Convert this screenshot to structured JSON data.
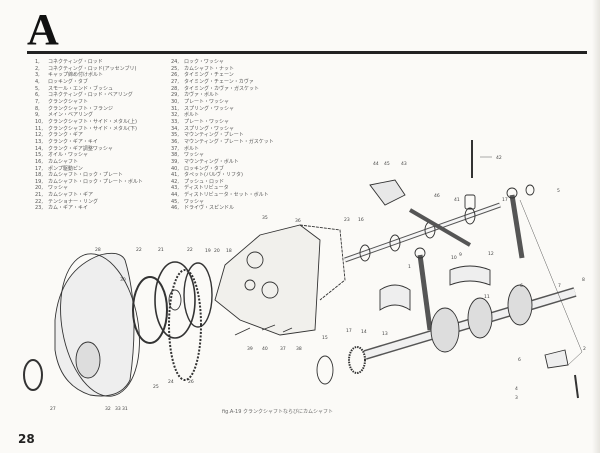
{
  "section_letter": "A",
  "parts_list": [
    {
      "no": "1,",
      "name": "コネクティング・ロッド"
    },
    {
      "no": "2,",
      "name": "コネクティング・ロッド(アッセンブリ)"
    },
    {
      "no": "3,",
      "name": "キャップ締め付けボルト"
    },
    {
      "no": "4,",
      "name": "ロッキング・タブ"
    },
    {
      "no": "5,",
      "name": "スモール・エンド・ブッシュ"
    },
    {
      "no": "6,",
      "name": "コネクティング・ロッド・ベアリング"
    },
    {
      "no": "7,",
      "name": "クランクシャフト"
    },
    {
      "no": "8,",
      "name": "クランクシャフト・フランジ"
    },
    {
      "no": "9,",
      "name": "メイン・ベアリング"
    },
    {
      "no": "10,",
      "name": "クランクシャフト・サイド・メタル(上)"
    },
    {
      "no": "11,",
      "name": "クランクシャフト・サイド・メタル(下)"
    },
    {
      "no": "12,",
      "name": "クランク・ギア"
    },
    {
      "no": "13,",
      "name": "クランク・ギア・キイ"
    },
    {
      "no": "14,",
      "name": "クランク・ギア調整ワッシャ"
    },
    {
      "no": "15,",
      "name": "オイル・ワッシャ"
    },
    {
      "no": "16,",
      "name": "カムシャフト"
    },
    {
      "no": "17,",
      "name": "ポンプ駆動ピン"
    },
    {
      "no": "18,",
      "name": "カムシャフト・ロック・プレート"
    },
    {
      "no": "19,",
      "name": "カムシャフト・ロック・プレート・ボルト"
    },
    {
      "no": "20,",
      "name": "ワッシャ"
    },
    {
      "no": "21,",
      "name": "カムシャフト・ギア"
    },
    {
      "no": "22,",
      "name": "テンショナー・リング"
    },
    {
      "no": "23,",
      "name": "カム・ギア・キイ"
    },
    {
      "no": "24,",
      "name": "ロック・ワッシャ"
    },
    {
      "no": "25,",
      "name": "カムシャフト・ナット"
    },
    {
      "no": "26,",
      "name": "タイミング・チェーン"
    },
    {
      "no": "27,",
      "name": "タイミング・チェーン・カヴァ"
    },
    {
      "no": "28,",
      "name": "タイミング・カヴァ・ガスケット"
    },
    {
      "no": "29,",
      "name": "カヴァ・ボルト"
    },
    {
      "no": "30,",
      "name": "プレート・ワッシャ"
    },
    {
      "no": "31,",
      "name": "スプリング・ワッシャ"
    },
    {
      "no": "32,",
      "name": "ボルト"
    },
    {
      "no": "33,",
      "name": "プレート・ワッシャ"
    },
    {
      "no": "34,",
      "name": "スプリング・ワッシャ"
    },
    {
      "no": "35,",
      "name": "マウンティング・プレート"
    },
    {
      "no": "36,",
      "name": "マウンティング・プレート・ガスケット"
    },
    {
      "no": "37,",
      "name": "ボルト"
    },
    {
      "no": "38,",
      "name": "ワッシャ"
    },
    {
      "no": "39,",
      "name": "マウンティング・ボルト"
    },
    {
      "no": "40,",
      "name": "ロッキング・タブ"
    },
    {
      "no": "41,",
      "name": "タペット(バルヴ・リフタ)"
    },
    {
      "no": "42,",
      "name": "プッシュ・ロッド"
    },
    {
      "no": "43,",
      "name": "ディストリビュータ"
    },
    {
      "no": "44,",
      "name": "ディストリビュータ・セット・ボルト"
    },
    {
      "no": "45,",
      "name": "ワッシャ"
    },
    {
      "no": "46,",
      "name": "ドライヴ・スピンドル"
    }
  ],
  "callouts": [
    "28",
    "22",
    "21",
    "22",
    "19",
    "20",
    "18",
    "35",
    "36",
    "30",
    "39",
    "40",
    "37",
    "38",
    "25",
    "24",
    "26",
    "27",
    "32",
    "33",
    "31",
    "44",
    "45",
    "43",
    "42",
    "46",
    "41",
    "17",
    "5",
    "23",
    "16",
    "1",
    "10",
    "9",
    "12",
    "6",
    "7",
    "8",
    "15",
    "17",
    "14",
    "13",
    "11",
    "6",
    "4",
    "3",
    "2"
  ],
  "caption": "fig.A-19  クランクシャフトならびにカムシャフト",
  "page_number": "28"
}
